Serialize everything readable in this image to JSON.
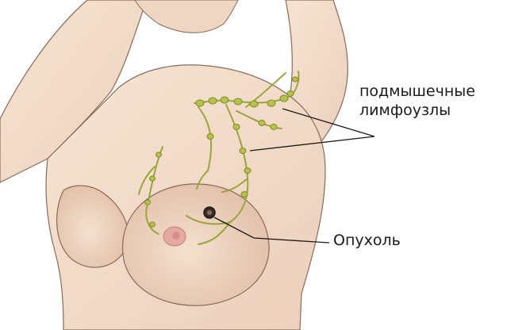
{
  "labels": {
    "lymph_nodes_line1": "подмышечные",
    "lymph_nodes_line2": "лимфоузлы",
    "tumor": "Опухоль"
  },
  "colors": {
    "background": "#ffffff",
    "skin": "#f3ddca",
    "skin_shadow": "#d9b69c",
    "outline": "#8a6a58",
    "lymph_vessel": "#9aa63a",
    "lymph_node": "#b7c24a",
    "areola": "#e3a9a2",
    "leader_line": "#1a1a1a"
  }
}
